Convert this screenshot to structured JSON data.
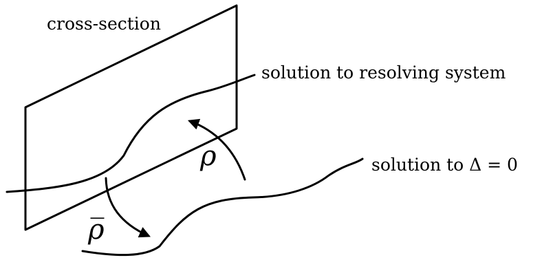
{
  "diagram": {
    "labels": {
      "cross_section": "cross-section",
      "resolving_system": "solution to resolving system",
      "delta_solution": "solution to Δ = 0",
      "rho": "ρ",
      "rho_bar": "ρ̅"
    },
    "colors": {
      "ink": "#000000",
      "background": "#ffffff"
    }
  }
}
